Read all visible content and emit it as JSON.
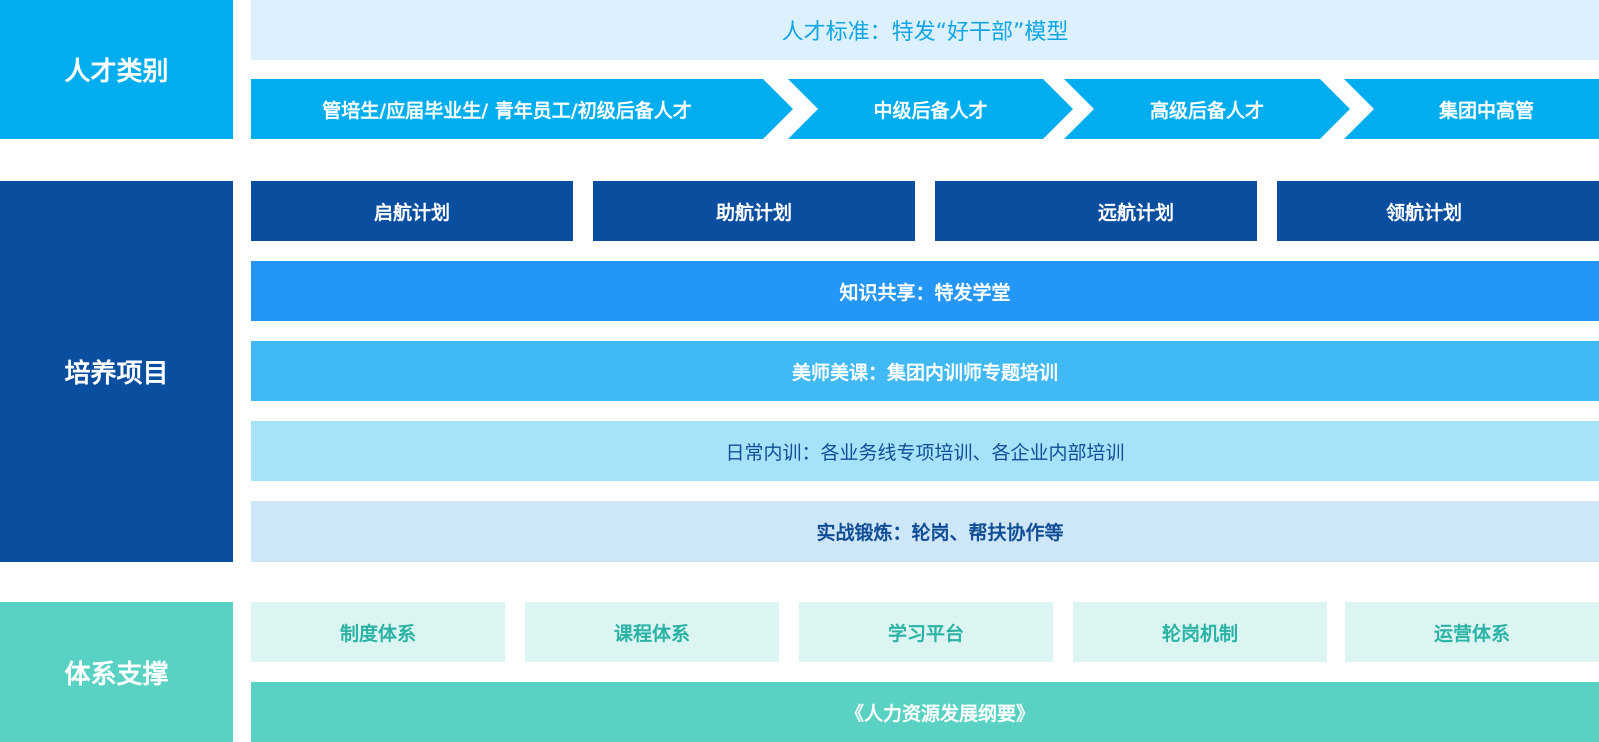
{
  "colors": {
    "talent_side": "#00AEEF",
    "talent_banner_bg": "#DCF1FD",
    "talent_banner_text": "#0FA5E6",
    "arrow": "#00AEEF",
    "training_side": "#0A4EA0",
    "plans": "#0A4EA0",
    "knowledge": "#2396F6",
    "teachers": "#40B9F5",
    "daily": "#A7E2FB",
    "daily_text": "#124E96",
    "practice": "#CDE6F8",
    "practice_text": "#124E96",
    "support_side": "#59D2C4",
    "systems_bg": "#DDF5F2",
    "systems_text": "#2BB3A5",
    "outline": "#59D2C4"
  },
  "talent": {
    "label": "人才类别",
    "banner": "人才标准：特发“好干部”模型",
    "stages": [
      "管培生/应届毕业生/ 青年员工/初级后备人才",
      "中级后备人才",
      "高级后备人才",
      "集团中高管"
    ]
  },
  "training": {
    "label": "培养项目",
    "plans": [
      "启航计划",
      "助航计划",
      "远航计划",
      "领航计划"
    ],
    "knowledge": "知识共享：特发学堂",
    "teachers": "美师美课：集团内训师专题培训",
    "daily": "日常内训：各业务线专项培训、各企业内部培训",
    "practice": "实战锻炼：轮岗、帮扶协作等"
  },
  "support": {
    "label": "体系支撑",
    "systems": [
      "制度体系",
      "课程体系",
      "学习平台",
      "轮岗机制",
      "运营体系"
    ],
    "outline": "《人力资源发展纲要》"
  }
}
